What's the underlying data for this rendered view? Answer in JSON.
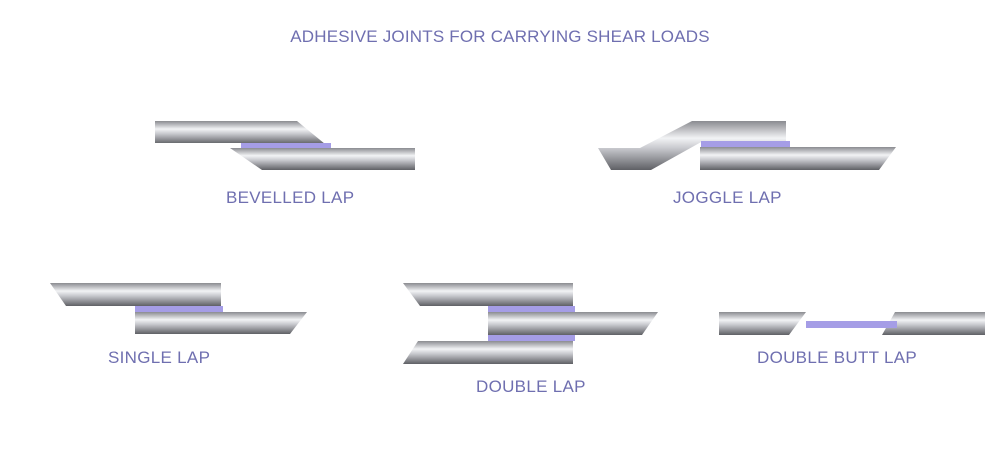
{
  "title": "ADHESIVE JOINTS FOR CARRYING SHEAR LOADS",
  "joints": {
    "bevelled_lap": "BEVELLED LAP",
    "joggle_lap": "JOGGLE LAP",
    "single_lap": "SINGLE LAP",
    "double_lap": "DOUBLE LAP",
    "double_butt_lap": "DOUBLE BUTT LAP"
  },
  "stock_id": "611093754",
  "colors": {
    "text": "#6f6fb0",
    "adhesive": "#a59de6",
    "metal_light": "#eef0f3",
    "metal_dark": "#6e6f74"
  }
}
